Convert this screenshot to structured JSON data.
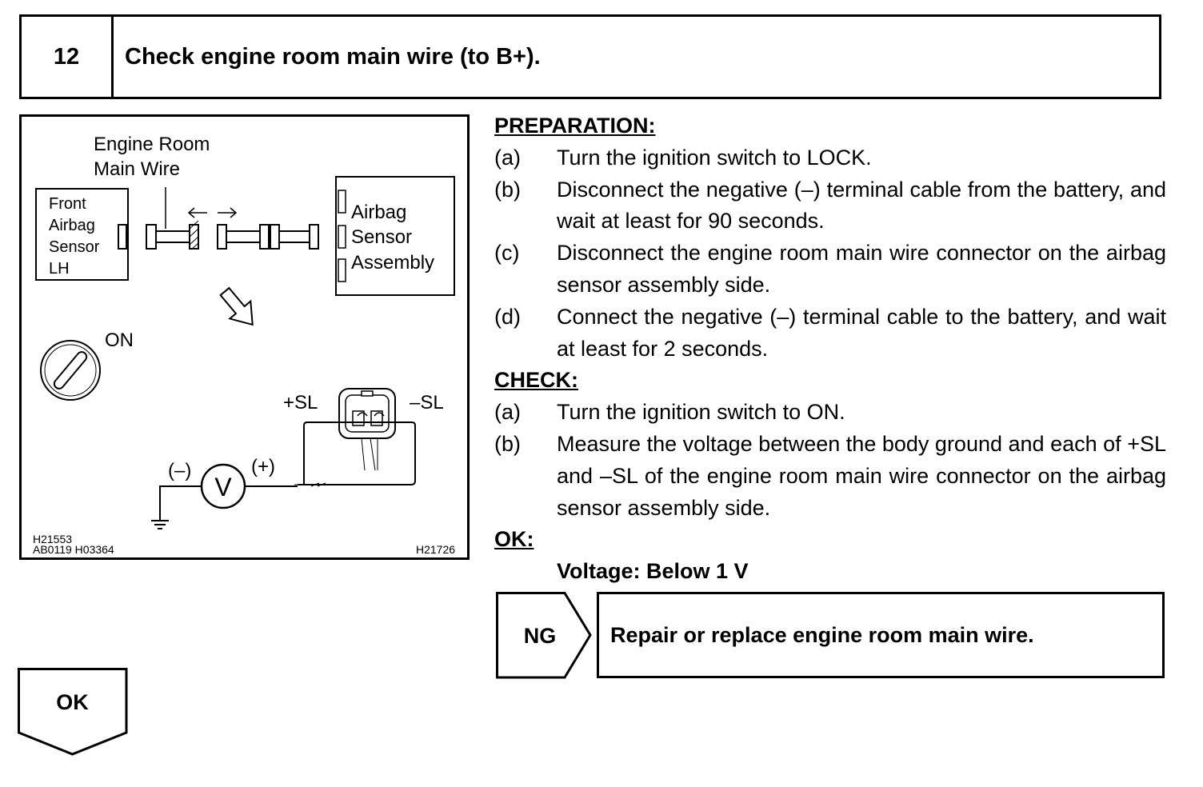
{
  "step": {
    "number": "12",
    "title": "Check engine room main wire (to B+)."
  },
  "figure": {
    "label_engine_room_line1": "Engine Room",
    "label_engine_room_line2": "Main Wire",
    "label_front_sensor": [
      "Front",
      "Airbag",
      "Sensor",
      "LH"
    ],
    "label_airbag_assembly": [
      "Airbag",
      "Sensor",
      "Assembly"
    ],
    "label_on": "ON",
    "label_plus_sl": "+SL",
    "label_minus_sl": "–SL",
    "label_neg": "(–)",
    "label_pos": "(+)",
    "label_v": "V",
    "code_left_1": "H21553",
    "code_left_2": "AB0119 H03364",
    "code_right": "H21726"
  },
  "preparation": {
    "heading": "PREPARATION:",
    "items": [
      {
        "label": "(a)",
        "text": "Turn the ignition switch to LOCK."
      },
      {
        "label": "(b)",
        "text": "Disconnect the negative (–) terminal cable from the battery, and wait at least for 90 seconds."
      },
      {
        "label": "(c)",
        "text": "Disconnect the engine room main wire connector on the airbag sensor assembly side."
      },
      {
        "label": "(d)",
        "text": "Connect the negative (–) terminal cable to the battery, and wait at least for 2 seconds."
      }
    ]
  },
  "check": {
    "heading": "CHECK:",
    "items": [
      {
        "label": "(a)",
        "text": "Turn the ignition switch to ON."
      },
      {
        "label": "(b)",
        "text": "Measure the voltage between the body ground and each of +SL and –SL of the engine room main wire connector on the airbag sensor assembly side."
      }
    ]
  },
  "ok": {
    "heading": "OK:",
    "spec": "Voltage: Below 1 V"
  },
  "ng": {
    "label": "NG",
    "action": "Repair or replace engine room main wire."
  },
  "ok_branch": {
    "label": "OK"
  }
}
